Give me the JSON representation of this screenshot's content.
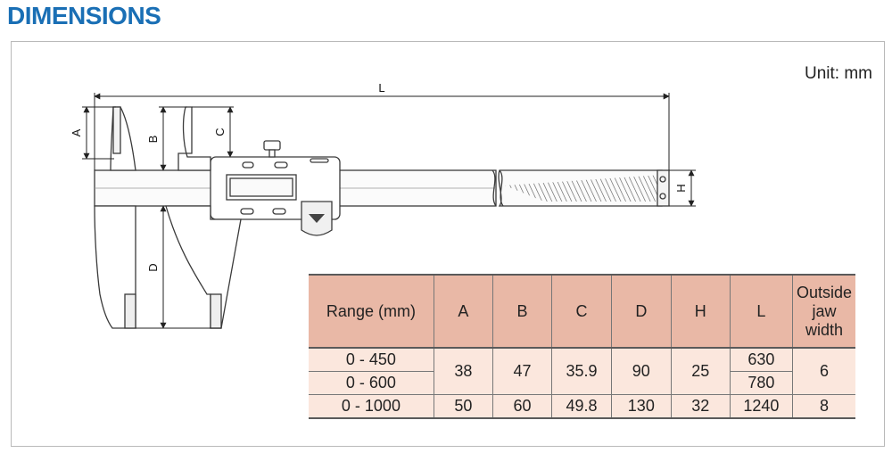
{
  "page": {
    "title": "DIMENSIONS",
    "unit": "Unit: mm"
  },
  "diagram": {
    "labels": {
      "A": "A",
      "B": "B",
      "C": "C",
      "D": "D",
      "H": "H",
      "L": "L"
    }
  },
  "table": {
    "headers": [
      "Range (mm)",
      "A",
      "B",
      "C",
      "D",
      "H",
      "L",
      "Outside jaw width"
    ],
    "rows": [
      {
        "range": "0 - 450",
        "A": "38",
        "B": "47",
        "C": "35.9",
        "D": "90",
        "H": "25",
        "L": "630",
        "jaw": "6"
      },
      {
        "range": "0 - 600",
        "A": "38",
        "B": "47",
        "C": "35.9",
        "D": "90",
        "H": "25",
        "L": "780",
        "jaw": "6"
      },
      {
        "range": "0 - 1000",
        "A": "50",
        "B": "60",
        "C": "49.8",
        "D": "130",
        "H": "32",
        "L": "1240",
        "jaw": "8"
      }
    ]
  },
  "colors": {
    "title": "#1a6fb5",
    "table_header_bg": "#e9b8a6",
    "table_body_bg": "#fbe7dd",
    "frame_border": "#b9b9b9"
  }
}
